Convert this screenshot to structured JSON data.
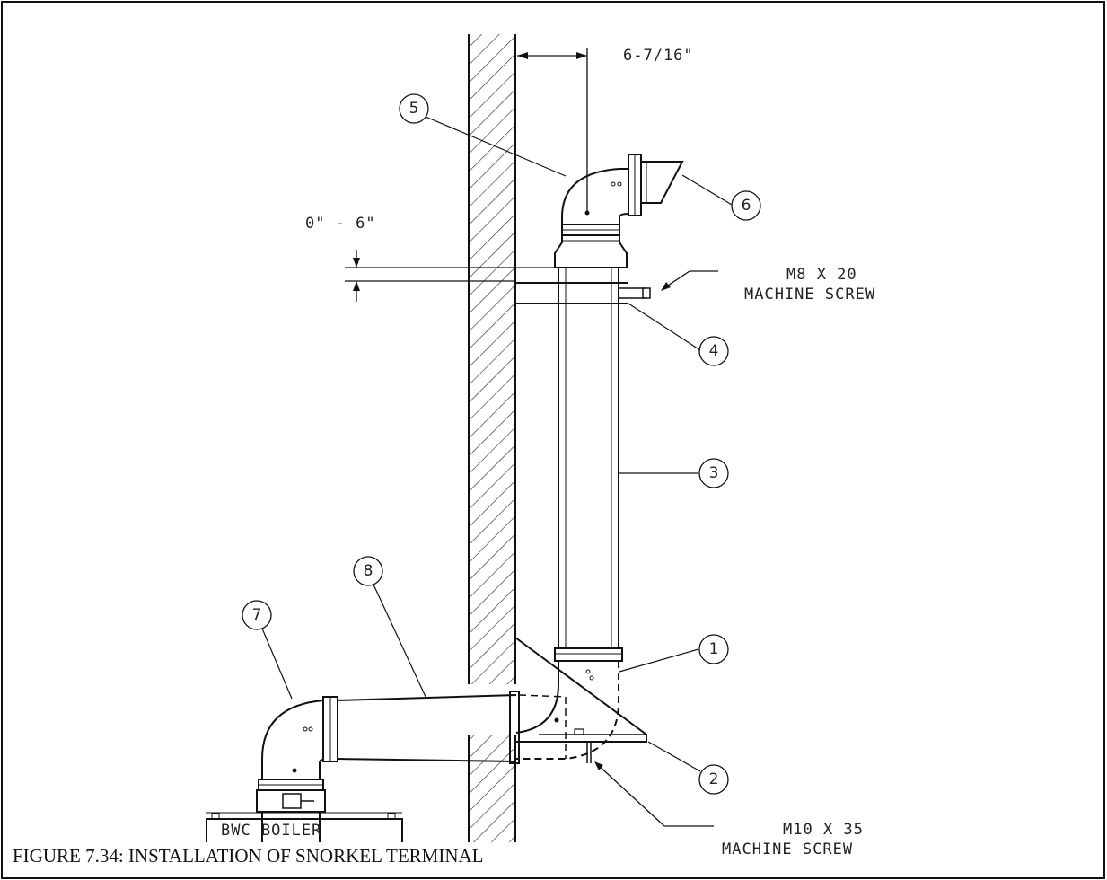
{
  "caption": "FIGURE 7.34: INSTALLATION OF SNORKEL TERMINAL",
  "dimensions": {
    "horizontal_offset": "6-7/16\"",
    "vertical_range": "0\" - 6\""
  },
  "hardware": {
    "top_screw_line1": "M8 X 20",
    "top_screw_line2": "MACHINE SCREW",
    "bottom_screw_line1": "M10 X 35",
    "bottom_screw_line2": "MACHINE SCREW"
  },
  "boiler_label": "BWC BOILER",
  "callouts": {
    "c1": "1",
    "c2": "2",
    "c3": "3",
    "c4": "4",
    "c5": "5",
    "c6": "6",
    "c7": "7",
    "c8": "8"
  }
}
